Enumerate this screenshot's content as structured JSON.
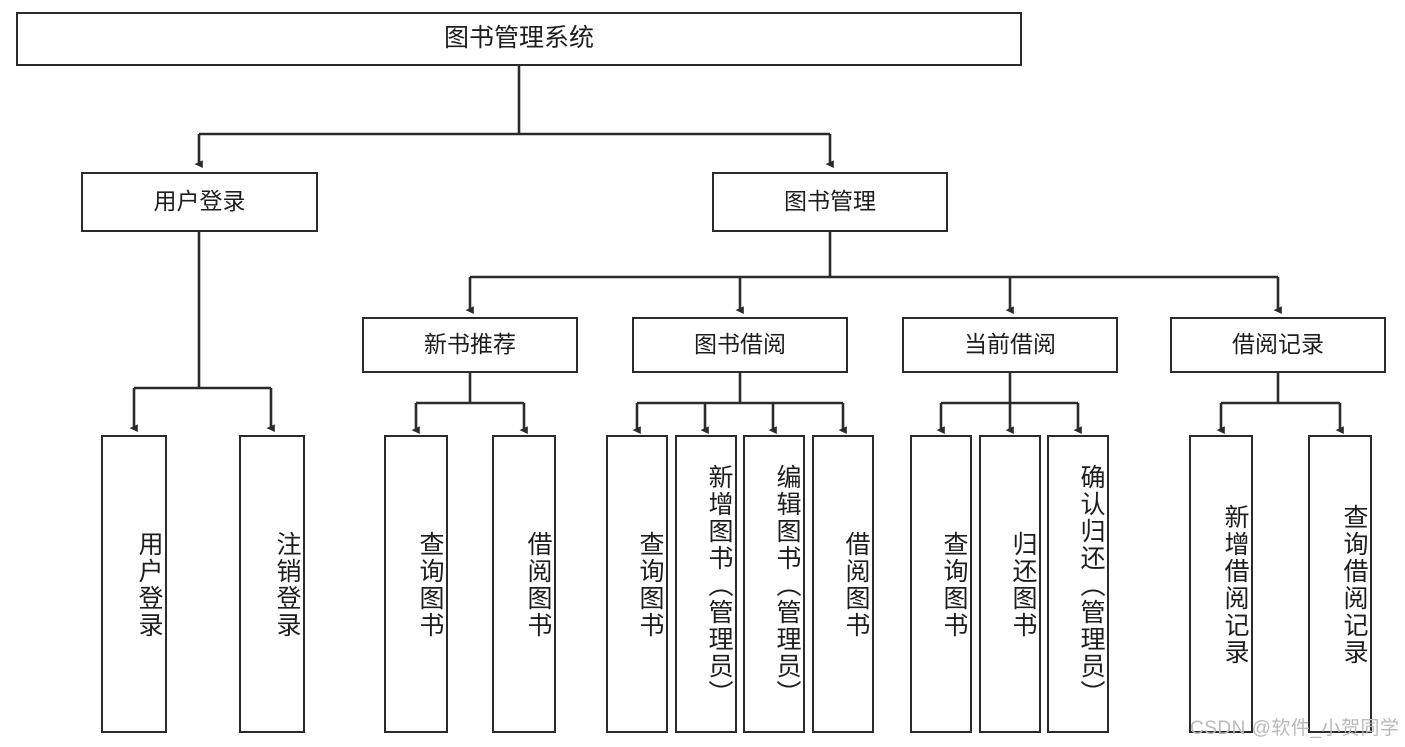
{
  "diagram": {
    "type": "tree",
    "title": "图书管理系统",
    "watermark": "CSDN @软件_小贺同学",
    "colors": {
      "stroke": "#2b2b2b",
      "fill": "#ffffff",
      "text": "#1d1d1d",
      "watermark": "#b9b9b9"
    },
    "levels": {
      "root": {
        "label": "图书管理系统"
      },
      "level2": [
        {
          "label": "用户登录"
        },
        {
          "label": "图书管理"
        }
      ],
      "level3": [
        {
          "label": "新书推荐"
        },
        {
          "label": "图书借阅"
        },
        {
          "label": "当前借阅"
        },
        {
          "label": "借阅记录"
        }
      ],
      "level4": {
        "user_login": [
          {
            "label": "用户登录"
          },
          {
            "label": "注销登录"
          }
        ],
        "new_book_recommend": [
          {
            "label": "查询图书"
          },
          {
            "label": "借阅图书"
          }
        ],
        "book_borrow": [
          {
            "label": "查询图书"
          },
          {
            "label": "新增图书（管理员）"
          },
          {
            "label": "编辑图书（管理员）"
          },
          {
            "label": "借阅图书"
          }
        ],
        "current_borrow": [
          {
            "label": "查询图书"
          },
          {
            "label": "归还图书"
          },
          {
            "label": "确认归还（管理员）"
          }
        ],
        "borrow_record": [
          {
            "label": "新增借阅记录"
          },
          {
            "label": "查询借阅记录"
          }
        ]
      }
    }
  }
}
